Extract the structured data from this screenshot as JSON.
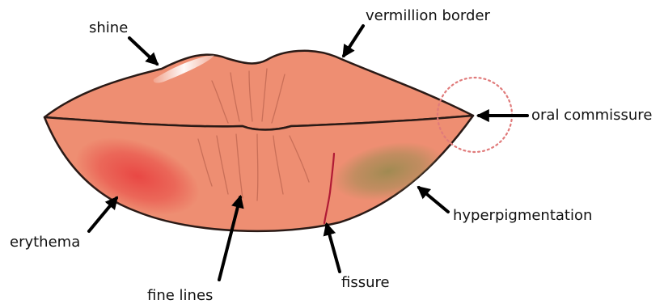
{
  "labels": {
    "shine": "shine",
    "vermillion_border": "vermillion border",
    "oral_commissure": "oral commissure",
    "erythema": "erythema",
    "hyperpigmentation": "hyperpigmentation",
    "fine_lines": "fine lines",
    "fissure": "fissure"
  },
  "colors": {
    "lip_fill": "#EE8E72",
    "lip_outline": "#2A1A16",
    "erythema_patch": "#E8403F",
    "hyperpigmentation_patch": "#A58C55",
    "fissure_line": "#B01A35",
    "commissure_circle": "#E07A7A",
    "arrow": "#000000"
  }
}
